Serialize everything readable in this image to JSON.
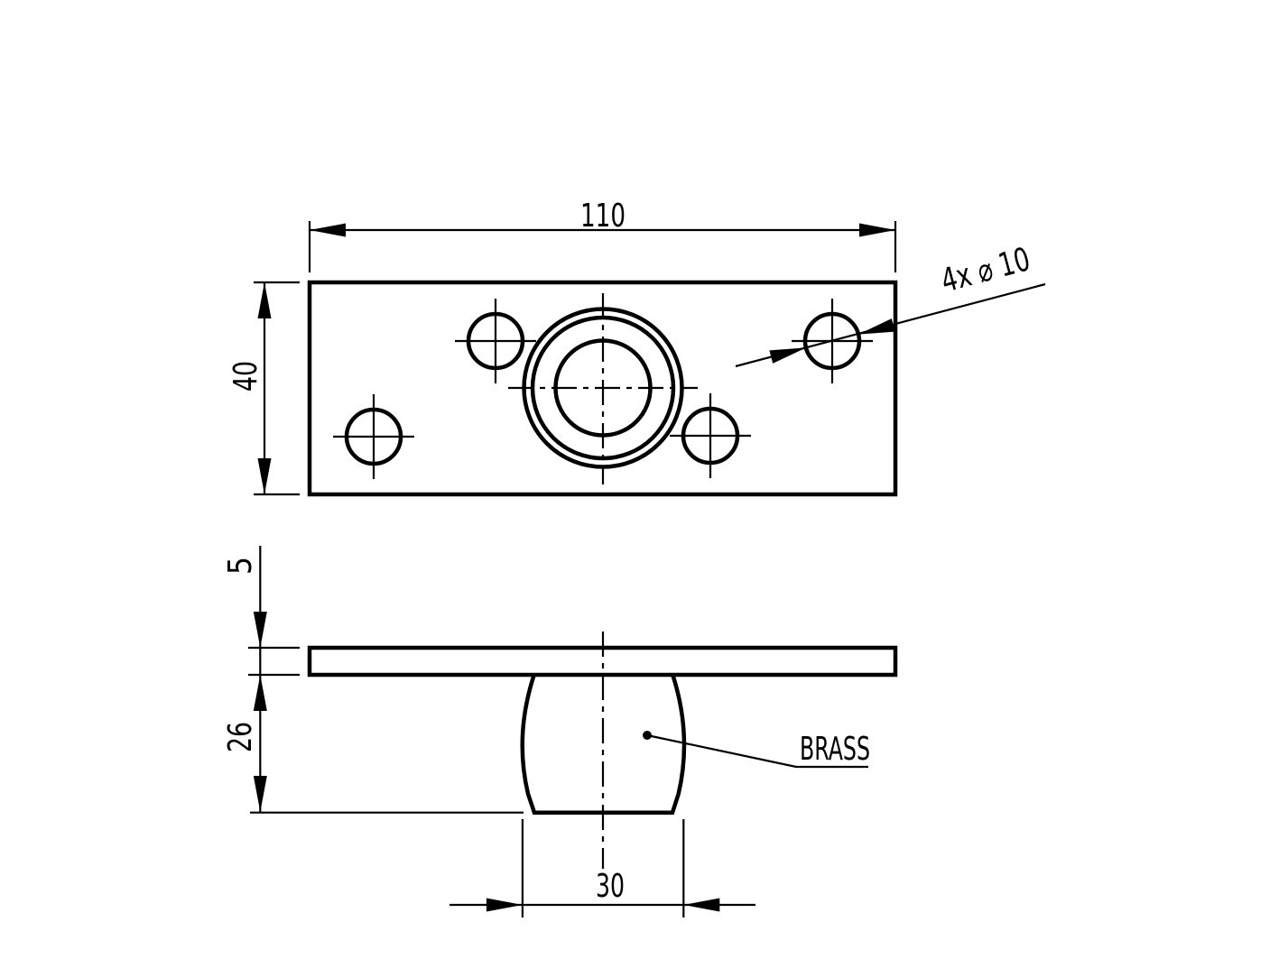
{
  "canvas": {
    "background": "#ffffff",
    "line_color": "#000000"
  },
  "top_view": {
    "width_label": "110",
    "height_label": "40",
    "holes_label": "4x ⌀ 10"
  },
  "front_view": {
    "thickness_label": "5",
    "boss_height_label": "26",
    "boss_width_label": "30",
    "material_label": "BRASS"
  }
}
